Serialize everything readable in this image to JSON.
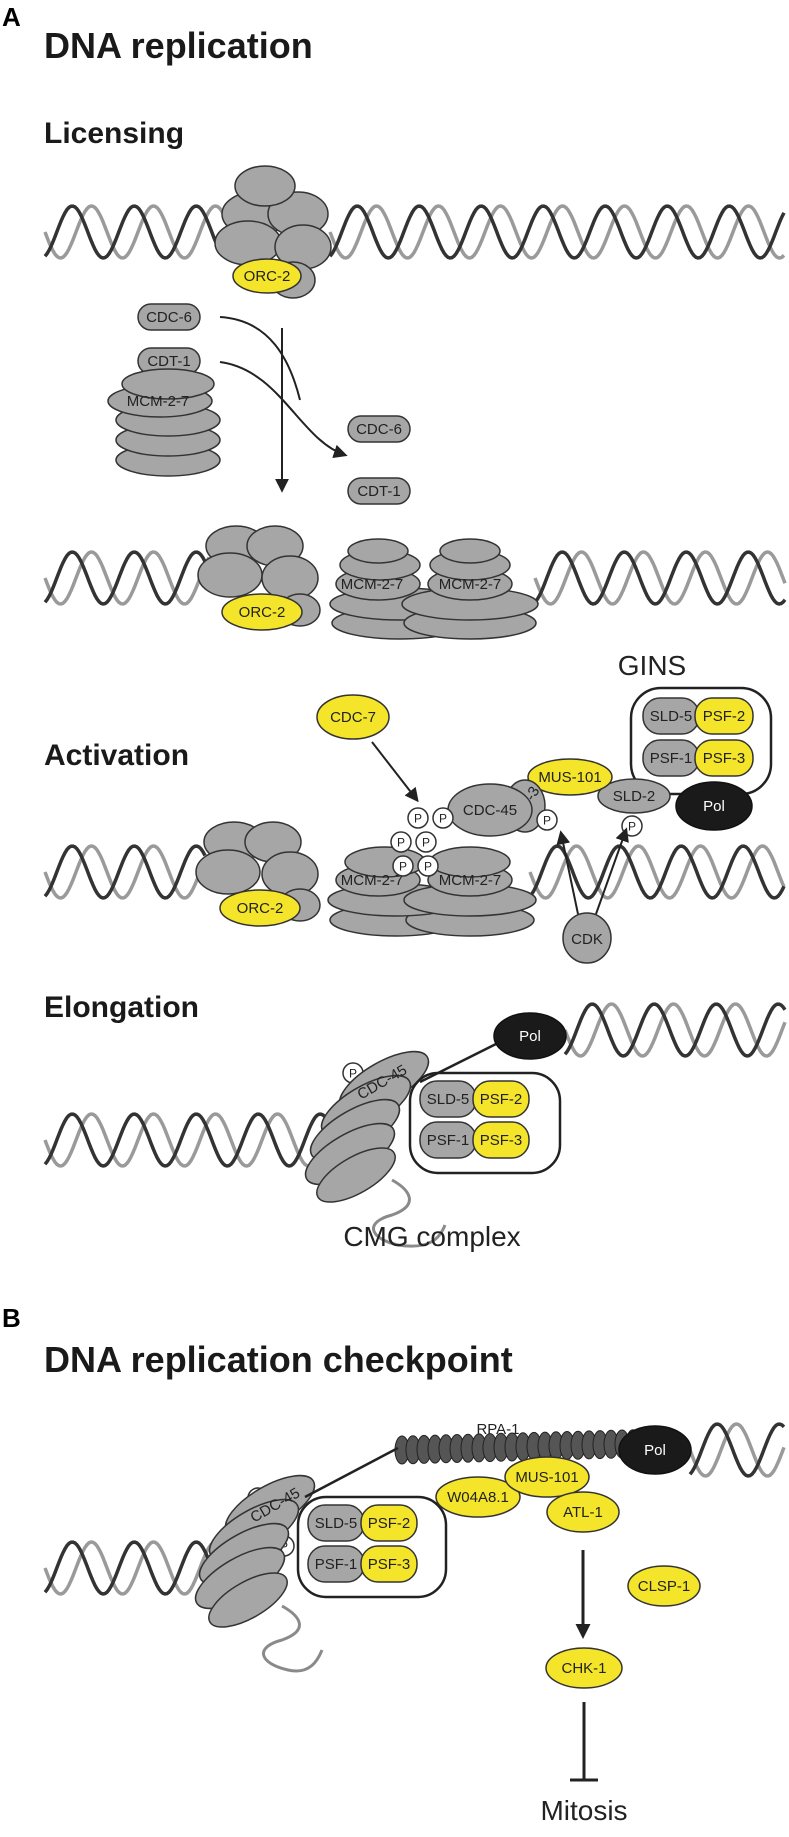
{
  "panel_a": {
    "letter": "A",
    "title": "DNA replication",
    "licensing": {
      "heading": "Licensing",
      "orc": "ORC-2",
      "cdc6": "CDC-6",
      "cdt1": "CDT-1",
      "mcm": "MCM-2-7",
      "cdc6_released": "CDC-6",
      "cdt1_released": "CDT-1",
      "orc_bound": "ORC-2",
      "mcm_left": "MCM-2-7",
      "mcm_right": "MCM-2-7"
    },
    "activation": {
      "heading": "Activation",
      "gins": "GINS",
      "cdc7": "CDC-7",
      "cdc45": "CDC-45",
      "mus101": "MUS-101",
      "sld3": "SLD-3",
      "sld2": "SLD-2",
      "sld5": "SLD-5",
      "psf1": "PSF-1",
      "psf2": "PSF-2",
      "psf3": "PSF-3",
      "pol": "Pol",
      "orc": "ORC-2",
      "mcm_left": "MCM-2-7",
      "mcm_right": "MCM-2-7",
      "cdk": "CDK",
      "phospho": "P"
    },
    "elongation": {
      "heading": "Elongation",
      "pol": "Pol",
      "cdc45": "CDC-45",
      "sld5": "SLD-5",
      "psf1": "PSF-1",
      "psf2": "PSF-2",
      "psf3": "PSF-3",
      "cmg": "CMG complex",
      "phospho": "P"
    }
  },
  "panel_b": {
    "letter": "B",
    "title": "DNA replication checkpoint",
    "rpa": "RPA-1",
    "pol": "Pol",
    "cdc45": "CDC-45",
    "sld5": "SLD-5",
    "psf1": "PSF-1",
    "psf2": "PSF-2",
    "psf3": "PSF-3",
    "w04a8": "W04A8.1",
    "mus101": "MUS-101",
    "atl1": "ATL-1",
    "clsp1": "CLSP-1",
    "chk1": "CHK-1",
    "mitosis": "Mitosis",
    "phospho": "P"
  },
  "colors": {
    "protein_gray": "#a6a6a6",
    "highlight_yellow": "#f5e52a",
    "pol_black": "#1a1a1a",
    "dna_dark": "#333333",
    "dna_light": "#9a9a9a",
    "rpa_dark": "#555555"
  },
  "icons": [
    "dna-helix-icon",
    "arrow-icon",
    "inhibition-bar-icon",
    "phosphate-icon"
  ]
}
